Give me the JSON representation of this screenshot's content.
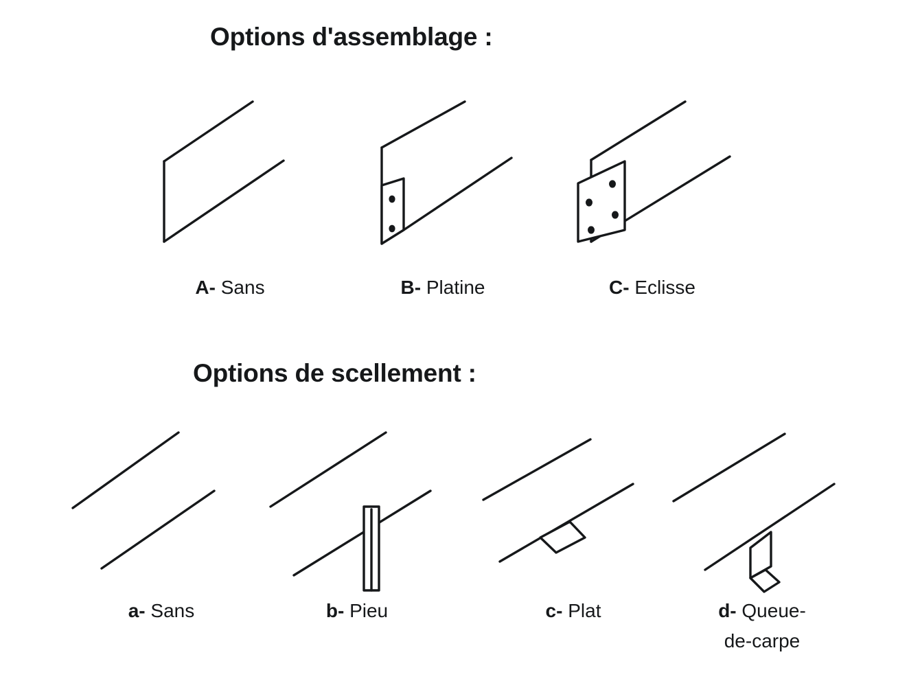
{
  "page": {
    "background_color": "#ffffff",
    "ink_color": "#16181a"
  },
  "sections": [
    {
      "id": "assemblage",
      "title": "Options d'assemblage :",
      "options": [
        {
          "key": "A-",
          "label": "Sans",
          "icon": "profile-plain-diagram"
        },
        {
          "key": "B-",
          "label": "Platine",
          "icon": "profile-base-plate-diagram"
        },
        {
          "key": "C-",
          "label": "Eclisse",
          "icon": "profile-fish-plate-diagram"
        }
      ]
    },
    {
      "id": "scellement",
      "title": "Options de scellement :",
      "options": [
        {
          "key": "a-",
          "label": "Sans",
          "icon": "rail-plain-diagram"
        },
        {
          "key": "b-",
          "label": "Pieu",
          "icon": "rail-post-diagram"
        },
        {
          "key": "c-",
          "label": "Plat",
          "icon": "rail-flat-diagram"
        },
        {
          "key": "d-",
          "label": "Queue-de-carpe",
          "icon": "rail-fishtail-diagram",
          "label_line1": "Queue-",
          "label_line2": "de-carpe"
        }
      ]
    }
  ]
}
